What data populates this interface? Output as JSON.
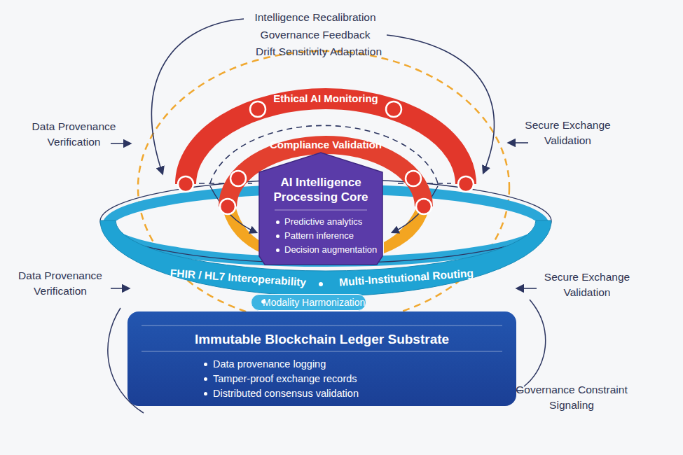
{
  "diagram": {
    "nodes": [
      {
        "text": [
          "Ethical AI Monitoring"
        ]
      },
      {
        "text": [
          "Compliance Validation"
        ]
      },
      {
        "text": [
          "AI Intelligence Processing Core",
          "Predictive analytics",
          "Pattern inference",
          "Decision augmentation"
        ]
      },
      {
        "text": [
          "FHIR / HL7 Interoperability",
          "Multi-Institutional Routing"
        ]
      },
      {
        "text": [
          "Modality Harmonization"
        ]
      },
      {
        "text": [
          "Immutable Blockchain Ledger Substrate",
          "Data provenance logging",
          "Tamper-proof exchange records",
          "Distributed consensus validation"
        ]
      }
    ],
    "labels": [
      "Intelligence Recalibration",
      "Governance Feedback",
      "Drift Sensitivity Adaptation",
      "Data Provenance Verification",
      "Secure Exchange Validation",
      "Data Provenance Verification",
      "Secure Exchange Validation",
      "Governance Constraint Signaling"
    ]
  }
}
